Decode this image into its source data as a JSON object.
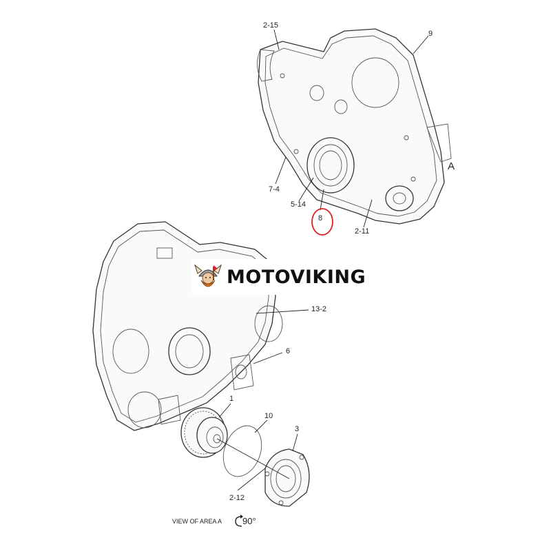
{
  "diagram": {
    "callouts": {
      "c_2_15": "2-15",
      "c_9": "9",
      "c_A": "A",
      "c_7_4": "7-4",
      "c_5_14": "5-14",
      "c_8": "8",
      "c_2_11": "2-11",
      "c_13_2": "13-2",
      "c_6": "6",
      "c_1": "1",
      "c_10": "10",
      "c_3": "3",
      "c_2_12": "2-12"
    },
    "footer": {
      "view_label": "VIEW OF AREA  A",
      "rotation": "90°"
    },
    "highlight_color": "#e02020"
  },
  "watermark": {
    "text": "MOTOVIKING",
    "icon": "viking-mascot-icon"
  }
}
